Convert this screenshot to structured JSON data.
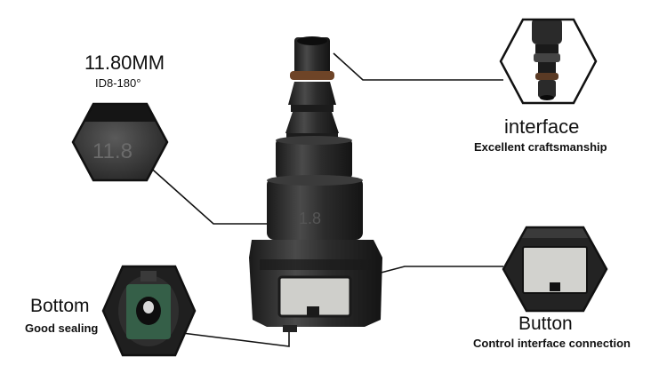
{
  "labels": {
    "size_title": "11.80MM",
    "size_subtitle": "ID8-180°",
    "interface_title": "interface",
    "interface_subtitle": "Excellent craftsmanship",
    "bottom_title": "Bottom",
    "bottom_subtitle": "Good sealing",
    "button_title": "Button",
    "button_subtitle": "Control interface connection"
  },
  "engraving": {
    "zoom_text": "11.8",
    "body_text": "1.8"
  },
  "colors": {
    "plastic": "#2b2b2b",
    "plastic_dark": "#151515",
    "plastic_light": "#4a4a4a",
    "oring": "#7a4a2a",
    "button_grey": "#c8c8c4",
    "bottom_green": "#3d6b52",
    "callout_line": "#111111"
  }
}
